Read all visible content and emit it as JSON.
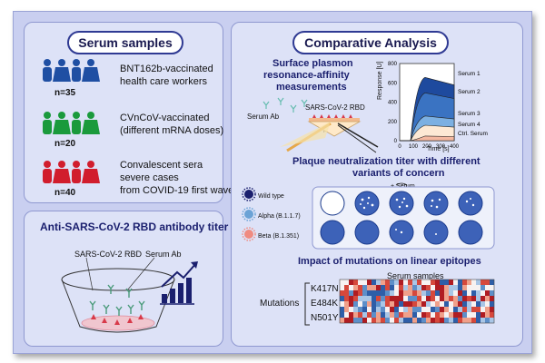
{
  "left": {
    "title": "Serum samples",
    "groups": [
      {
        "line1": "BNT162b-vaccinated",
        "line2": "health care workers",
        "line3": "",
        "count": "n=35",
        "color": "#1f4fa3"
      },
      {
        "line1": "CVnCoV-vaccinated",
        "line2": "(different mRNA doses)",
        "line3": "",
        "count": "n=20",
        "color": "#1a9a3c"
      },
      {
        "line1": "Convalescent sera",
        "line2": "severe cases",
        "line3": "from COVID-19 first wave",
        "count": "n=40",
        "color": "#d11d2d"
      }
    ]
  },
  "titer": {
    "title": "Anti-SARS-CoV-2 RBD antibody titer",
    "rbd_label": "SARS-CoV-2 RBD",
    "ab_label": "Serum Ab"
  },
  "right": {
    "title": "Comparative Analysis",
    "spr": {
      "title_line1": "Surface plasmon",
      "title_line2": "resonance-affinity",
      "title_line3": "measurements",
      "rbd_label": "SARS-CoV-2 RBD",
      "ab_label": "Serum Ab",
      "prism_label": "Prism"
    },
    "chart": {
      "ylabel": "Response [U]",
      "xlabel": "Time [s]",
      "yticks": [
        "0",
        "200",
        "400",
        "600",
        "800"
      ],
      "xticks": [
        "0",
        "100",
        "200",
        "300",
        "400"
      ],
      "series": [
        "Serum 1",
        "Serum 2",
        "Serum 3",
        "Serum 4",
        "Ctrl. Serum"
      ]
    },
    "plaque": {
      "title_line1": "Plaque neutralization titer with different",
      "title_line2": "variants of concern",
      "serum_label": "+ Serum",
      "variants": [
        "Wild type",
        "Alpha (B.1.1.7)",
        "Beta (B.1.351)"
      ]
    },
    "epitopes": {
      "title": "Impact of mutations on linear epitopes",
      "samples_label": "Serum samples",
      "mutations_label": "Mutations",
      "mutations": [
        "K417N",
        "E484K",
        "N501Y"
      ]
    }
  },
  "colors": {
    "accent": "#2f3a93",
    "panel": "#dde2f7",
    "frame": "#c9cff0"
  }
}
